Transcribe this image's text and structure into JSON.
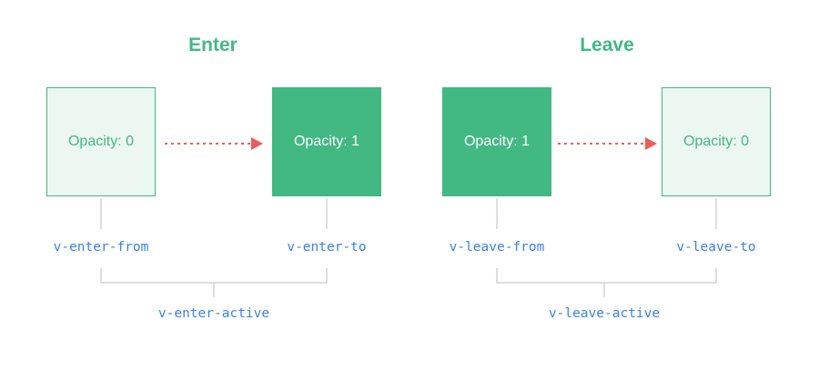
{
  "enter": {
    "title": "Enter",
    "from_box": "Opacity: 0",
    "to_box": "Opacity: 1",
    "from_class": "v-enter-from",
    "to_class": "v-enter-to",
    "active_class": "v-enter-active"
  },
  "leave": {
    "title": "Leave",
    "from_box": "Opacity: 1",
    "to_box": "Opacity: 0",
    "from_class": "v-leave-from",
    "to_class": "v-leave-to",
    "active_class": "v-leave-active"
  },
  "colors": {
    "accent": "#42b883",
    "accent_light": "#edf7f2",
    "arrow": "#f05a5a",
    "code": "#3b82e6",
    "line": "#d4d4d4"
  }
}
